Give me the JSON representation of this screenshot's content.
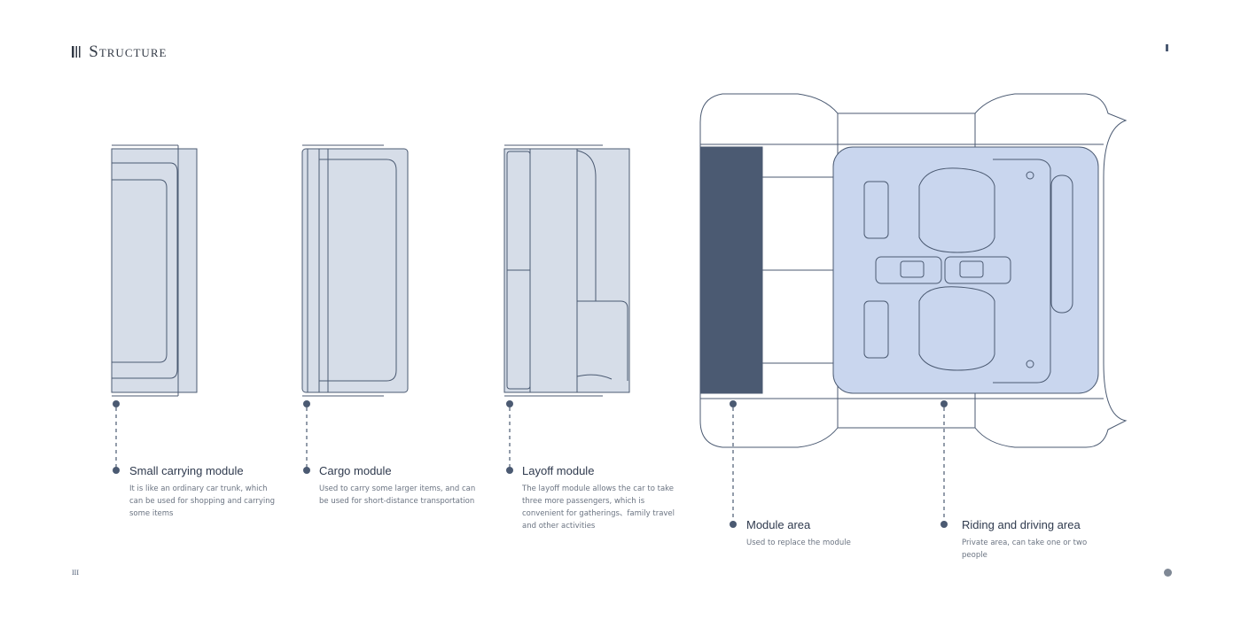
{
  "header": {
    "title": "Structure",
    "title_icon": "bars-icon"
  },
  "footer": {
    "page_mark": "III"
  },
  "modules": [
    {
      "title": "Small carrying module",
      "description": "It is like an ordinary car trunk, which can be used for shopping and carrying some items"
    },
    {
      "title": "Cargo module",
      "description": "Used to carry some larger items, and can be used for short-distance transportation"
    },
    {
      "title": "Layoff module",
      "description": "The layoff module allows the car to take three more passengers, which is convenient for gatherings、family travel and other activities"
    },
    {
      "title": "Module area",
      "description": "Used to replace the module"
    },
    {
      "title": "Riding and driving area",
      "description": "Private area, can take one or two people"
    }
  ],
  "colors": {
    "line": "#4b5a72",
    "module_fill": "#d6dde8",
    "cabin_fill": "#c9d6ee",
    "module_area_fill": "#4b5a72"
  }
}
